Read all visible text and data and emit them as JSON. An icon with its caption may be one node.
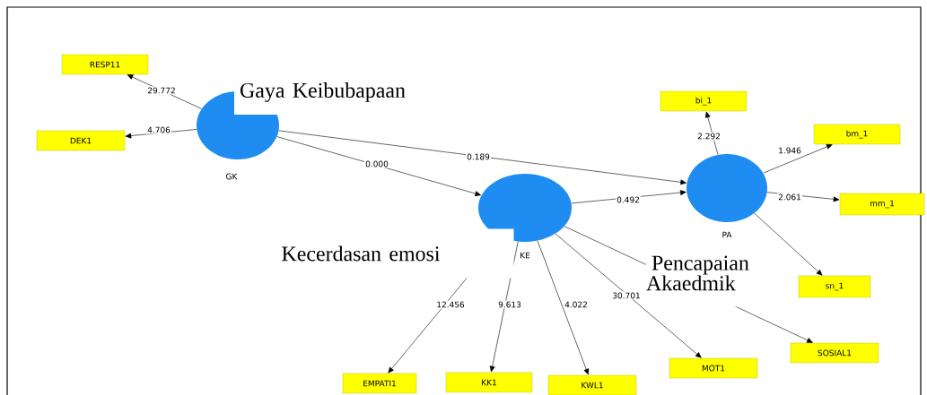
{
  "diagram": {
    "nodes": [
      {
        "text": [],
        "shape": "circle",
        "beside": [
          "GK"
        ]
      },
      {
        "text": [],
        "shape": "circle",
        "beside": [
          "KE"
        ]
      },
      {
        "text": [],
        "shape": "circle",
        "beside": [
          "PA"
        ]
      },
      {
        "text": [
          "RESP11"
        ]
      },
      {
        "text": [
          "DEK1"
        ]
      },
      {
        "text": [
          "bi_1"
        ]
      },
      {
        "text": [
          "bm_1"
        ]
      },
      {
        "text": [
          "mm_1"
        ]
      },
      {
        "text": [
          "sn_1"
        ]
      },
      {
        "text": [
          "EMPATI1"
        ]
      },
      {
        "text": [
          "KK1"
        ]
      },
      {
        "text": [
          "KWL1"
        ]
      },
      {
        "text": [
          "MOT1"
        ]
      },
      {
        "text": [
          "SOSIAL1"
        ]
      }
    ],
    "edges": [
      {
        "from": 0,
        "to": 3,
        "arrow": "to",
        "label": "29.772"
      },
      {
        "from": 0,
        "to": 4,
        "arrow": "to",
        "label": "4.706"
      },
      {
        "from": 0,
        "to": 1,
        "arrow": "to",
        "label": "0.000"
      },
      {
        "from": 0,
        "to": 2,
        "arrow": "to",
        "label": "0.189"
      },
      {
        "from": 1,
        "to": 2,
        "arrow": "to",
        "label": "0.492"
      },
      {
        "from": 2,
        "to": 5,
        "arrow": "to",
        "label": "2.292"
      },
      {
        "from": 2,
        "to": 6,
        "arrow": "to",
        "label": "1.946"
      },
      {
        "from": 2,
        "to": 7,
        "arrow": "to",
        "label": "2.061"
      },
      {
        "from": 2,
        "to": 8,
        "arrow": "to"
      },
      {
        "from": 1,
        "to": 9,
        "arrow": "to",
        "label": "12.456"
      },
      {
        "from": 1,
        "to": 10,
        "arrow": "to",
        "label": "9.613"
      },
      {
        "from": 1,
        "to": 11,
        "arrow": "to",
        "label": "4.022"
      },
      {
        "from": 1,
        "to": 12,
        "arrow": "to",
        "label": "30.701"
      },
      {
        "from": 1,
        "to": 13,
        "arrow": "to"
      }
    ],
    "labels": [
      "Gaya Keibubapaan",
      "Kecerdasan emosi",
      "Pencapaian Akaedmik"
    ]
  }
}
